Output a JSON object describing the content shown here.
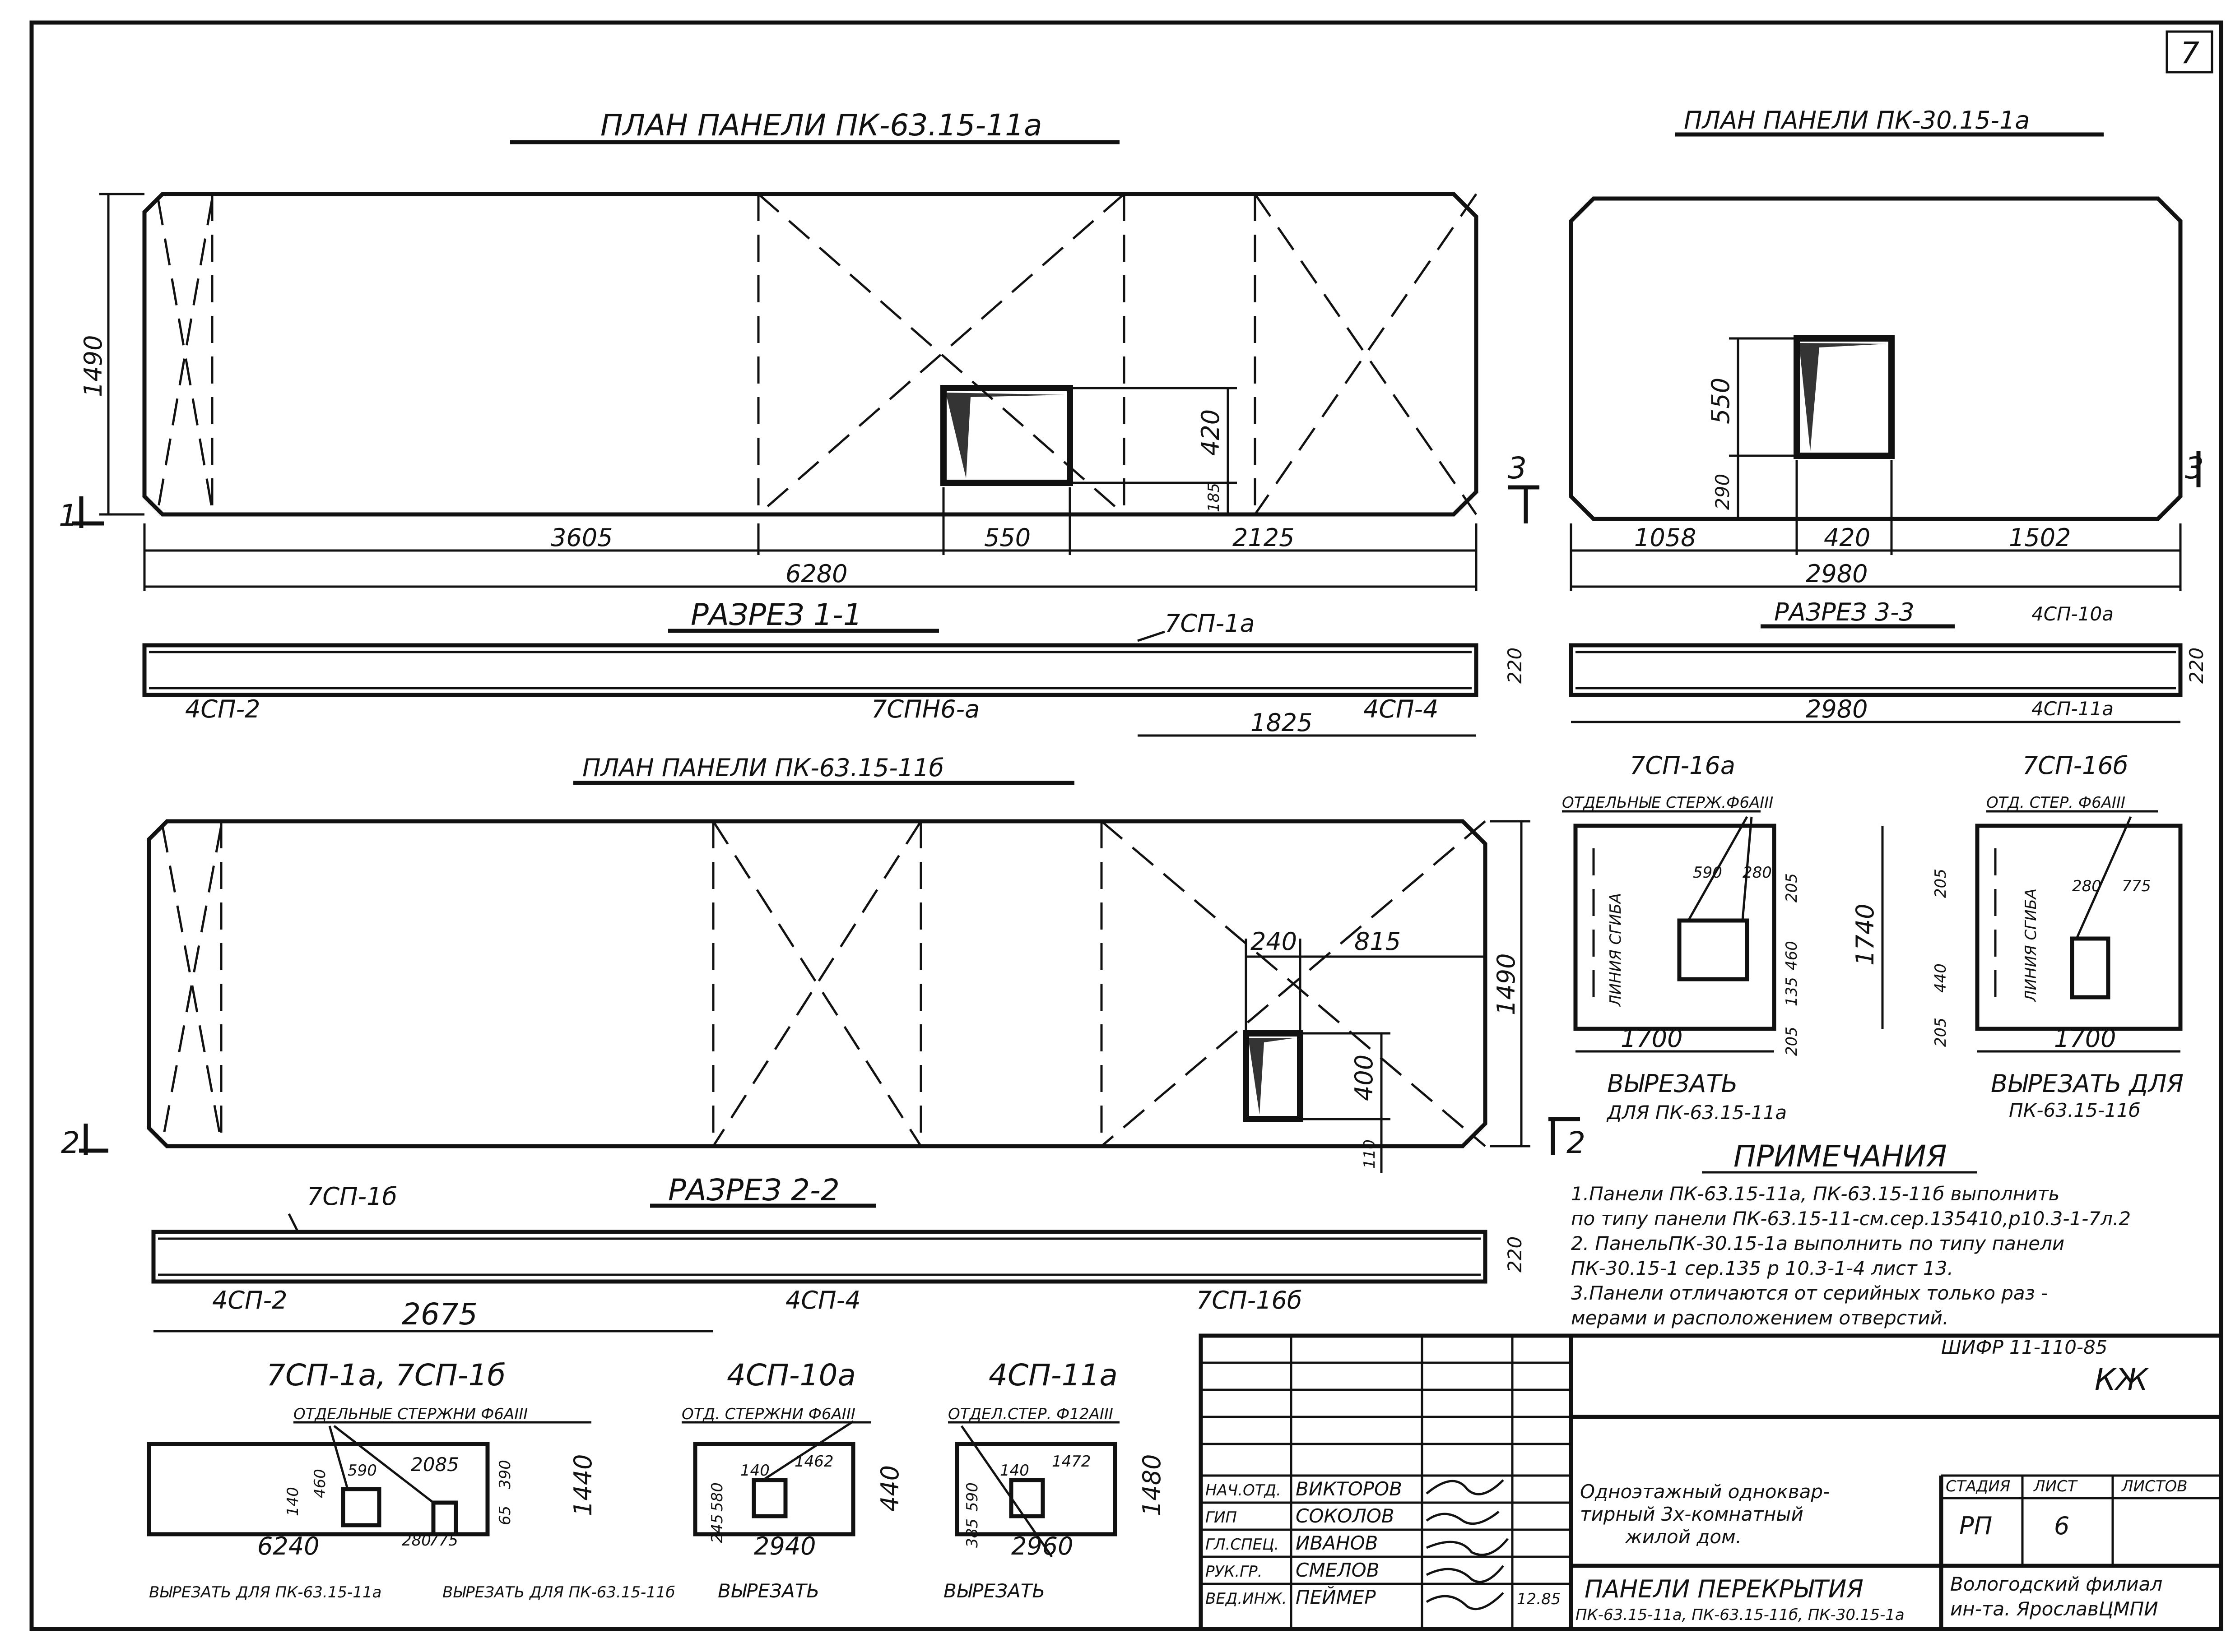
{
  "sheet_number": "7",
  "plan_11a": {
    "title": "ПЛАН ПАНЕЛИ ПК-63.15-11а",
    "dims": {
      "height": "1490",
      "d1": "3605",
      "d2": "550",
      "d3": "2125",
      "total": "6280",
      "hole_h": "420",
      "hole_off": "185"
    }
  },
  "plan_30": {
    "title": "ПЛАН ПАНЕЛИ ПК-30.15-1а",
    "dims": {
      "h1": "550",
      "h2": "290",
      "d1": "1058",
      "d2": "420",
      "d3": "1502",
      "total": "2980"
    }
  },
  "section_1": {
    "title": "РАЗРЕЗ 1-1",
    "bar_top": "7СП-1а",
    "bar_a": "4СП-2",
    "bar_b": "7СПН6-а",
    "bar_c": "4СП-4",
    "dim": "1825",
    "thick": "220",
    "mark_left": "1",
    "mark_right": "3"
  },
  "section_3": {
    "title": "РАЗРЕЗ 3-3",
    "bar_top": "4СП-10а",
    "bar_bot": "4СП-11а",
    "dim": "2980",
    "thick": "220"
  },
  "plan_11b": {
    "title": "ПЛАН ПАНЕЛИ ПК-63.15-11б",
    "dims": {
      "height": "1490",
      "w1": "240",
      "w2": "815",
      "hole_h": "400",
      "hole_off": "110"
    },
    "mark_left": "2",
    "mark_right": "2"
  },
  "section_2": {
    "title": "РАЗРЕЗ 2-2",
    "bar_top": "7СП-1б",
    "bar_a": "4СП-2",
    "bar_b": "4СП-4",
    "bar_c": "7СП-16б",
    "dim": "2675",
    "thick": "220"
  },
  "detail_16a": {
    "title": "7СП-16а",
    "note": "ОТДЕЛЬНЫЕ СТЕРЖ.Ф6АIII",
    "bend": "ЛИНИЯ СГИБА",
    "dims": {
      "a": "590",
      "b": "280",
      "c": "205",
      "d": "460",
      "e": "135",
      "f": "205",
      "w": "1700",
      "h": "1740"
    },
    "cut": "ВЫРЕЗАТЬ",
    "cut_for": "ДЛЯ ПК-63.15-11а"
  },
  "detail_16b": {
    "title": "7СП-16б",
    "note": "ОТД. СТЕР. Ф6АIII",
    "bend": "ЛИНИЯ СГИБА",
    "dims": {
      "a": "280",
      "b": "775",
      "c": "205",
      "d": "440",
      "e": "205",
      "w": "1700"
    },
    "cut": "ВЫРЕЗАТЬ ДЛЯ",
    "cut_for": "ПК-63.15-11б"
  },
  "notes": {
    "title": "ПРИМЕЧАНИЯ",
    "lines": [
      "1.Панели ПК-63.15-11а, ПК-63.15-11б выполнить",
      "по типу панели ПК-63.15-11-см.сер.135410,р10.3-1-7л.2",
      "2. ПанельПК-30.15-1а выполнить по типу панели",
      "ПК-30.15-1 сер.135 р 10.3-1-4 лист 13.",
      "3.Панели отличаются от серийных только раз -",
      "мерами и расположением отверстий."
    ]
  },
  "detail_1a": {
    "title": "7СП-1а, 7СП-1б",
    "note": "ОТДЕЛЬНЫЕ СТЕРЖНИ Ф6АIII",
    "dims": {
      "a": "2085",
      "b": "590",
      "c": "6240",
      "d": "1440",
      "e": "280",
      "f": "775",
      "g": "460",
      "h": "140",
      "k": "390",
      "m": "65"
    },
    "cut1": "ВЫРЕЗАТЬ ДЛЯ ПК-63.15-11а",
    "cut2": "ВЫРЕЗАТЬ ДЛЯ ПК-63.15-11б"
  },
  "detail_10a": {
    "title": "4СП-10а",
    "note": "ОТД. СТЕРЖНИ Ф6АIII",
    "dims": {
      "a": "1462",
      "b": "2940",
      "c": "440",
      "d": "580",
      "e": "245",
      "f": "140"
    },
    "cut": "ВЫРЕЗАТЬ"
  },
  "detail_11a": {
    "title": "4СП-11а",
    "note": "ОТДЕЛ.СТЕР. Ф12АIII",
    "dims": {
      "a": "1472",
      "b": "2960",
      "c": "1480",
      "d": "590",
      "e": "385",
      "f": "140"
    },
    "cut": "ВЫРЕЗАТЬ"
  },
  "title_block": {
    "cipher": "ШИФР 11-110-85",
    "code": "КЖ",
    "roles": [
      "НАЧ.ОТД.",
      "ГИП",
      "ГЛ.СПЕЦ.",
      "РУК.ГР.",
      "ВЕД.ИНЖ."
    ],
    "names": [
      "ВИКТОРОВ",
      "СОКОЛОВ",
      "ИВАНОВ",
      "СМЕЛОВ",
      "ПЕЙМЕР"
    ],
    "date": "12.85",
    "project": [
      "Одноэтажный одноквар-",
      "тирный 3х-комнатный",
      "жилой дом."
    ],
    "stage_h": "СТАДИЯ",
    "sheet_h": "ЛИСТ",
    "sheets_h": "ЛИСТОВ",
    "stage": "РП",
    "sheet": "6",
    "drawing": [
      "ПАНЕЛИ ПЕРЕКРЫТИЯ",
      "ПК-63.15-11а, ПК-63.15-11б, ПК-30.15-1а"
    ],
    "org": [
      "Вологодский филиал",
      "ин-та. ЯрославЦМПИ"
    ]
  }
}
